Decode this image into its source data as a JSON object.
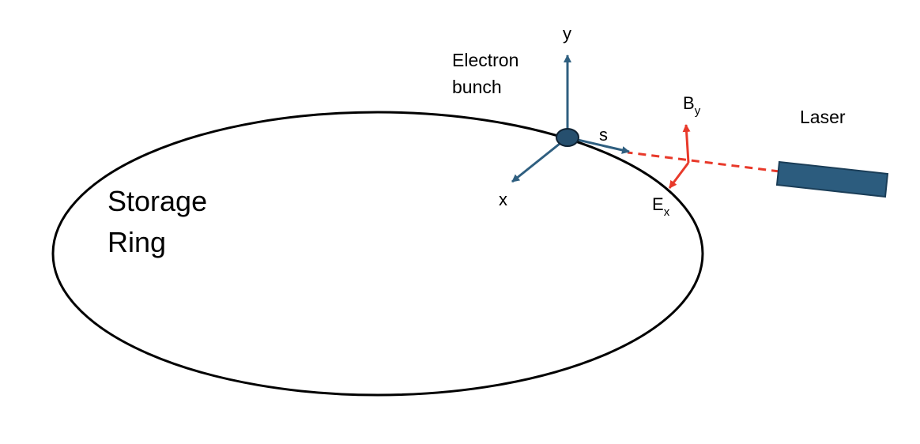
{
  "labels": {
    "ring_line1": "Storage",
    "ring_line2": "Ring",
    "bunch_line1": "Electron",
    "bunch_line2": "bunch",
    "axis_y": "y",
    "axis_x": "x",
    "axis_s": "s",
    "field_b_main": "B",
    "field_b_sub": "y",
    "field_e_main": "E",
    "field_e_sub": "x",
    "laser": "Laser"
  },
  "colors": {
    "axis_blue": "#2f5f80",
    "bunch_fill": "#264f6e",
    "laser_fill": "#2c5c7e",
    "field_red": "#e8392a",
    "ring_stroke": "#000000"
  }
}
